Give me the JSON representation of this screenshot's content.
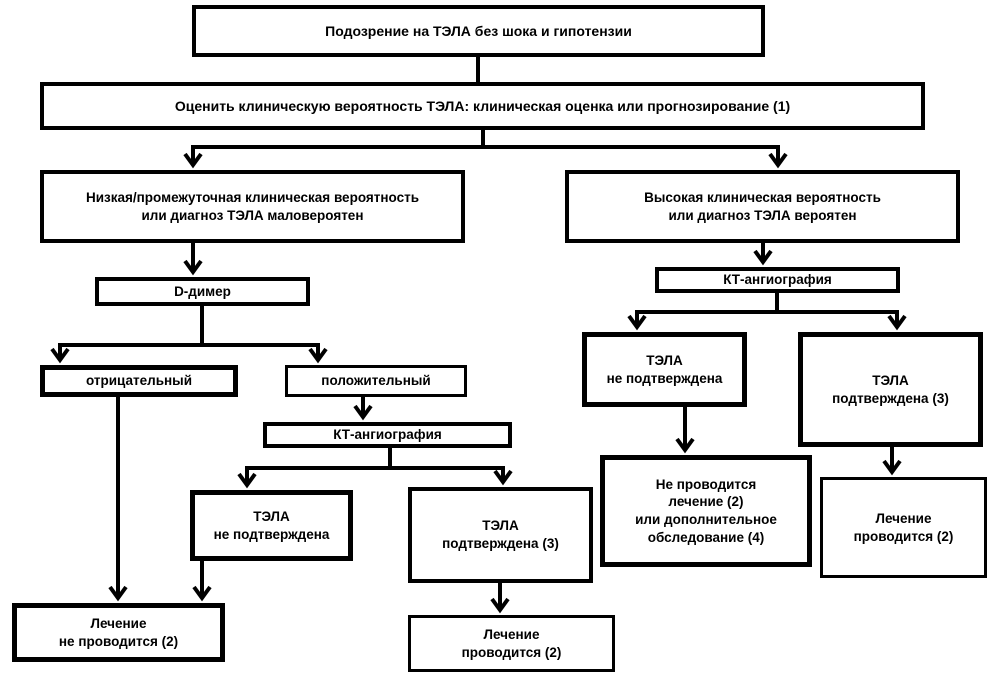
{
  "colors": {
    "background": "#ffffff",
    "box_border": "#000000",
    "line": "#000000",
    "text": "#000000"
  },
  "diagram": {
    "nodes": {
      "suspicion": "Подозрение на ТЭЛА без шока и гипотензии",
      "assess": "Оценить клиническую вероятность ТЭЛА: клиническая оценка или прогнозирование (1)",
      "low_prob": "Низкая/промежуточная клиническая вероятность\nили диагноз ТЭЛА маловероятен",
      "high_prob": "Высокая клиническая вероятность\nили диагноз ТЭЛА вероятен",
      "d_dimer": "D-димер",
      "negative": "отрицательный",
      "positive": "положительный",
      "ct_left": "КТ-ангиография",
      "pe_not_confirmed_left": "ТЭЛА\nне подтверждена",
      "pe_confirmed_left": "ТЭЛА\nподтверждена (3)",
      "no_treatment_left": "Лечение\nне проводится (2)",
      "treatment_mid": "Лечение\nпроводится (2)",
      "ct_right": "КТ-ангиография",
      "pe_not_confirmed_right": "ТЭЛА\nне подтверждена",
      "pe_confirmed_right": "ТЭЛА\nподтверждена (3)",
      "no_treatment_or_workup": "Не проводится\nлечение (2)\nили дополнительное\nобследование (4)",
      "treatment_right": "Лечение\nпроводится (2)"
    },
    "edges": [
      {
        "from": "suspicion",
        "to": "assess"
      },
      {
        "from": "assess",
        "to": "low_prob"
      },
      {
        "from": "assess",
        "to": "high_prob"
      },
      {
        "from": "low_prob",
        "to": "d_dimer"
      },
      {
        "from": "d_dimer",
        "to": "negative"
      },
      {
        "from": "d_dimer",
        "to": "positive"
      },
      {
        "from": "negative",
        "to": "no_treatment_left"
      },
      {
        "from": "positive",
        "to": "ct_left"
      },
      {
        "from": "ct_left",
        "to": "pe_not_confirmed_left"
      },
      {
        "from": "ct_left",
        "to": "pe_confirmed_left"
      },
      {
        "from": "pe_not_confirmed_left",
        "to": "no_treatment_left"
      },
      {
        "from": "pe_confirmed_left",
        "to": "treatment_mid"
      },
      {
        "from": "high_prob",
        "to": "ct_right"
      },
      {
        "from": "ct_right",
        "to": "pe_not_confirmed_right"
      },
      {
        "from": "ct_right",
        "to": "pe_confirmed_right"
      },
      {
        "from": "pe_not_confirmed_right",
        "to": "no_treatment_or_workup"
      },
      {
        "from": "pe_confirmed_right",
        "to": "treatment_right"
      }
    ]
  }
}
